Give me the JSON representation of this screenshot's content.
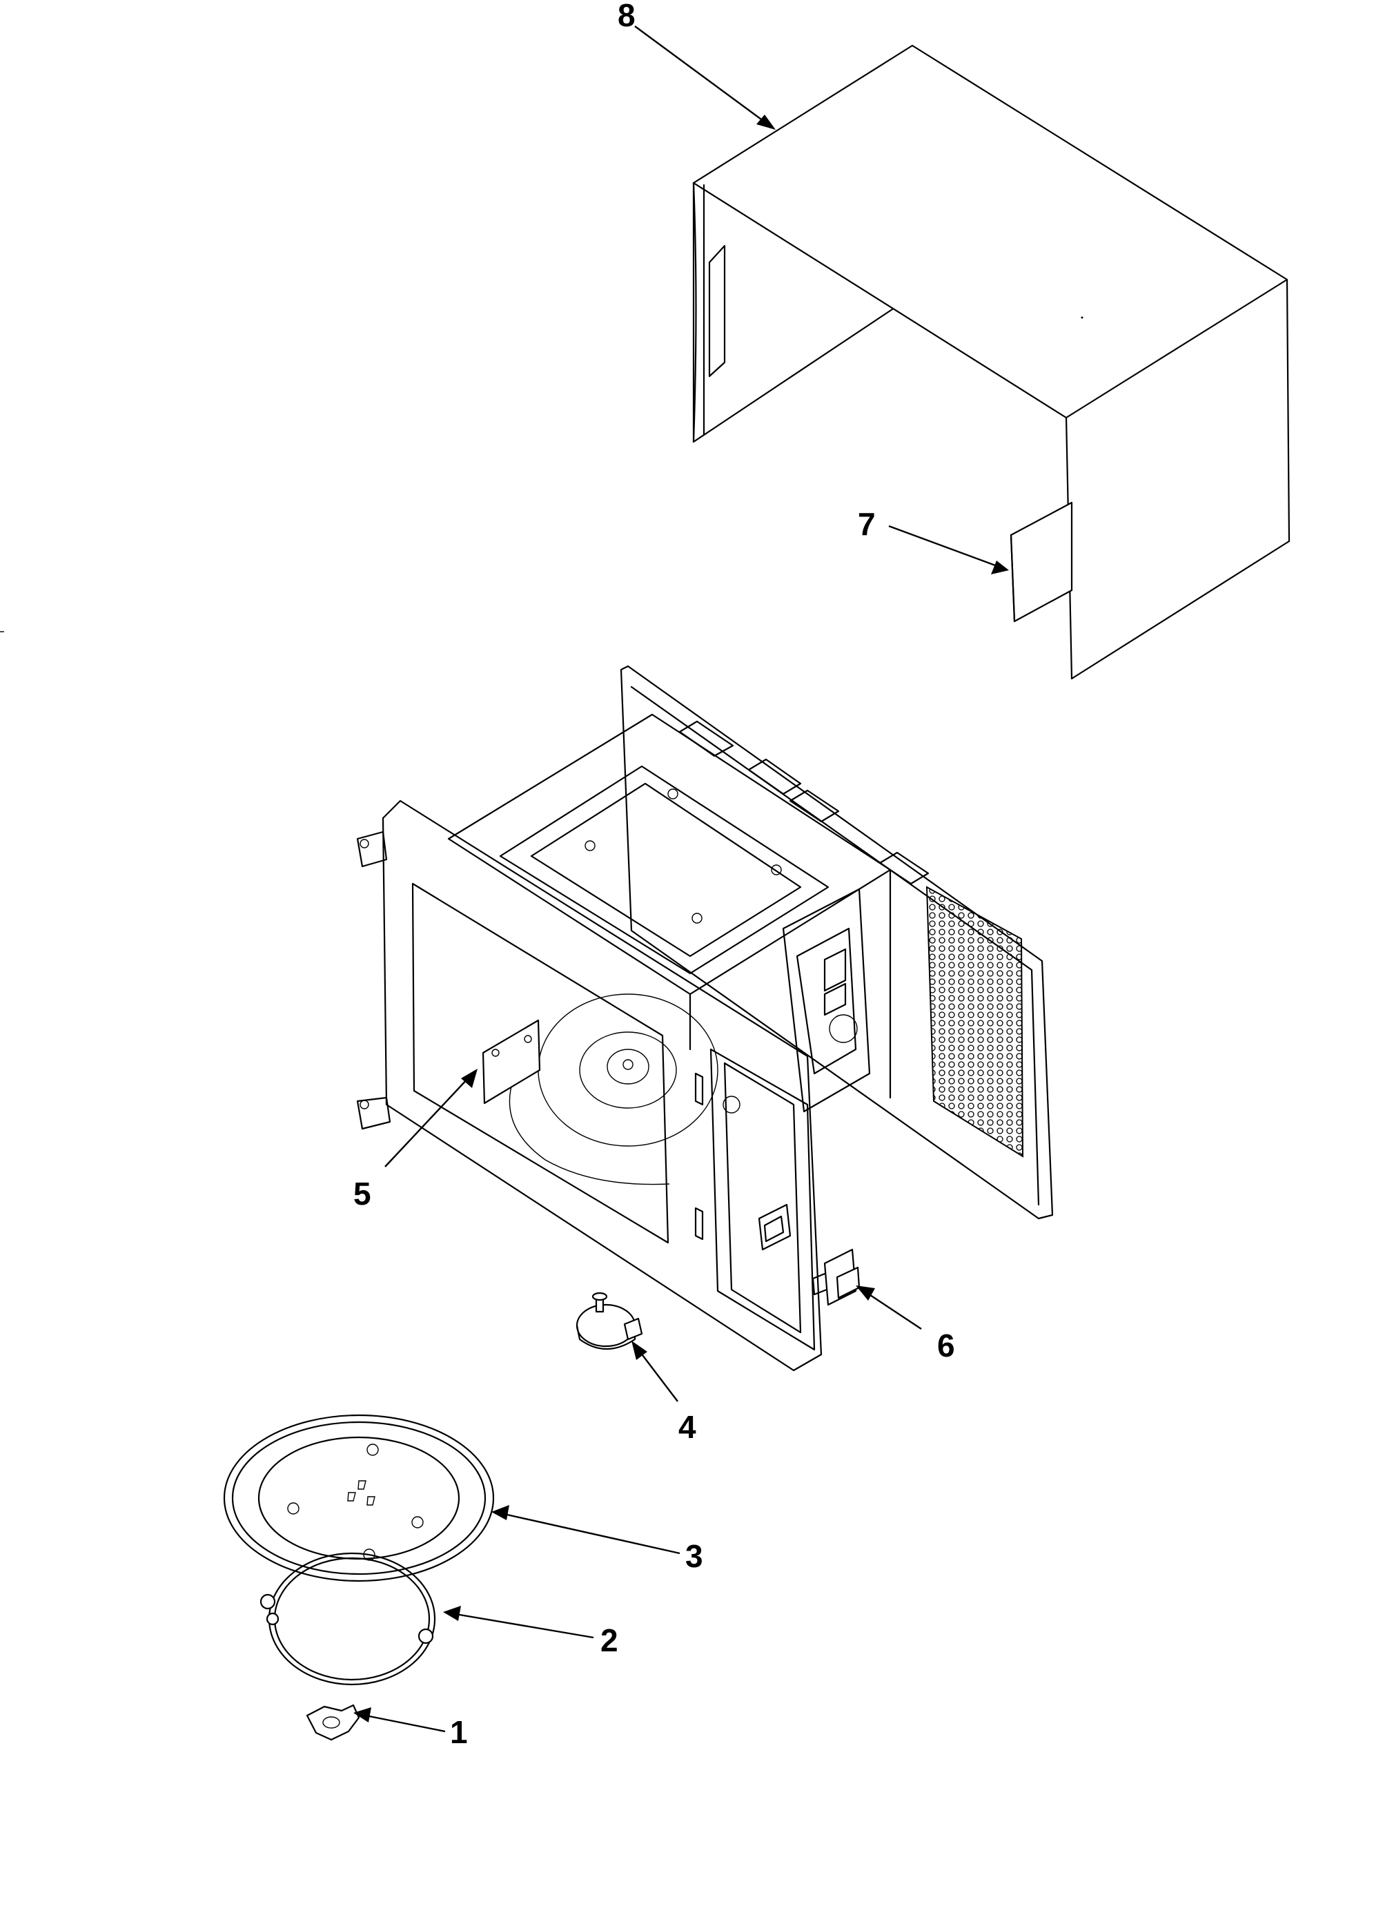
{
  "callouts": [
    {
      "id": "1",
      "label": "1",
      "part": "turntable-coupler"
    },
    {
      "id": "2",
      "label": "2",
      "part": "roller-ring"
    },
    {
      "id": "3",
      "label": "3",
      "part": "glass-tray"
    },
    {
      "id": "4",
      "label": "4",
      "part": "turntable-motor"
    },
    {
      "id": "5",
      "label": "5",
      "part": "waveguide-cover"
    },
    {
      "id": "6",
      "label": "6",
      "part": "interlock-switch"
    },
    {
      "id": "7",
      "label": "7",
      "part": "cabinet-label"
    },
    {
      "id": "8",
      "label": "8",
      "part": "outer-cabinet"
    }
  ]
}
